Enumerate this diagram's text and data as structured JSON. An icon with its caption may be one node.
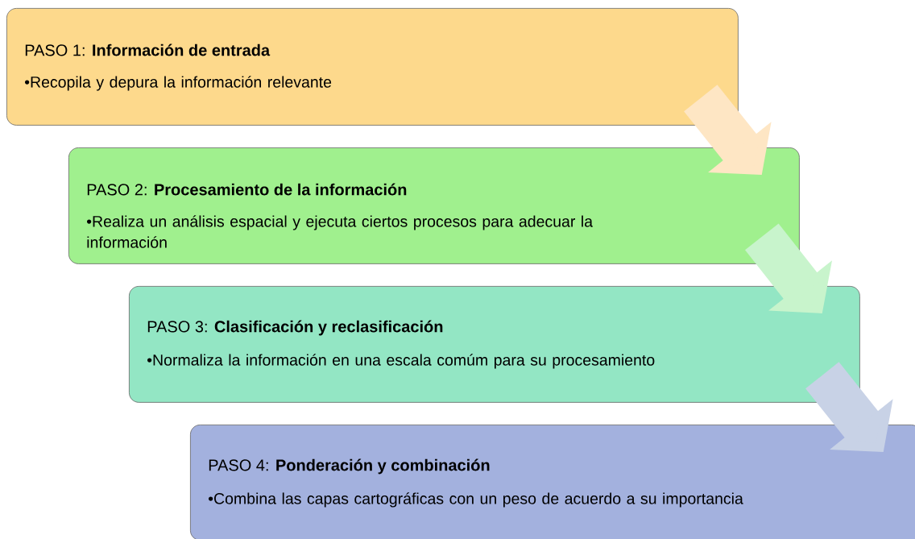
{
  "diagram": {
    "nodes": [
      {
        "text": [
          "PASO 1: **Información de entrada**",
          "•Recopila y depura la información relevante"
        ]
      },
      {
        "text": [
          "PASO 2: **Procesamiento de la información**",
          "•Realiza un análisis espacial y ejecuta ciertos procesos para adecuar la información"
        ]
      },
      {
        "text": [
          "PASO 3: **Clasificación y reclasificación**",
          "•Normaliza la información en una escala comúm para su procesamiento"
        ]
      },
      {
        "text": [
          "PASO 4: **Ponderación y combinación**",
          "•Combina las capas cartográficas con un peso de acuerdo a su importancia"
        ]
      }
    ],
    "edges": [
      {
        "from": 0,
        "to": 1,
        "arrow": "to"
      },
      {
        "from": 1,
        "to": 2,
        "arrow": "to"
      },
      {
        "from": 2,
        "to": 3,
        "arrow": "to"
      }
    ]
  }
}
